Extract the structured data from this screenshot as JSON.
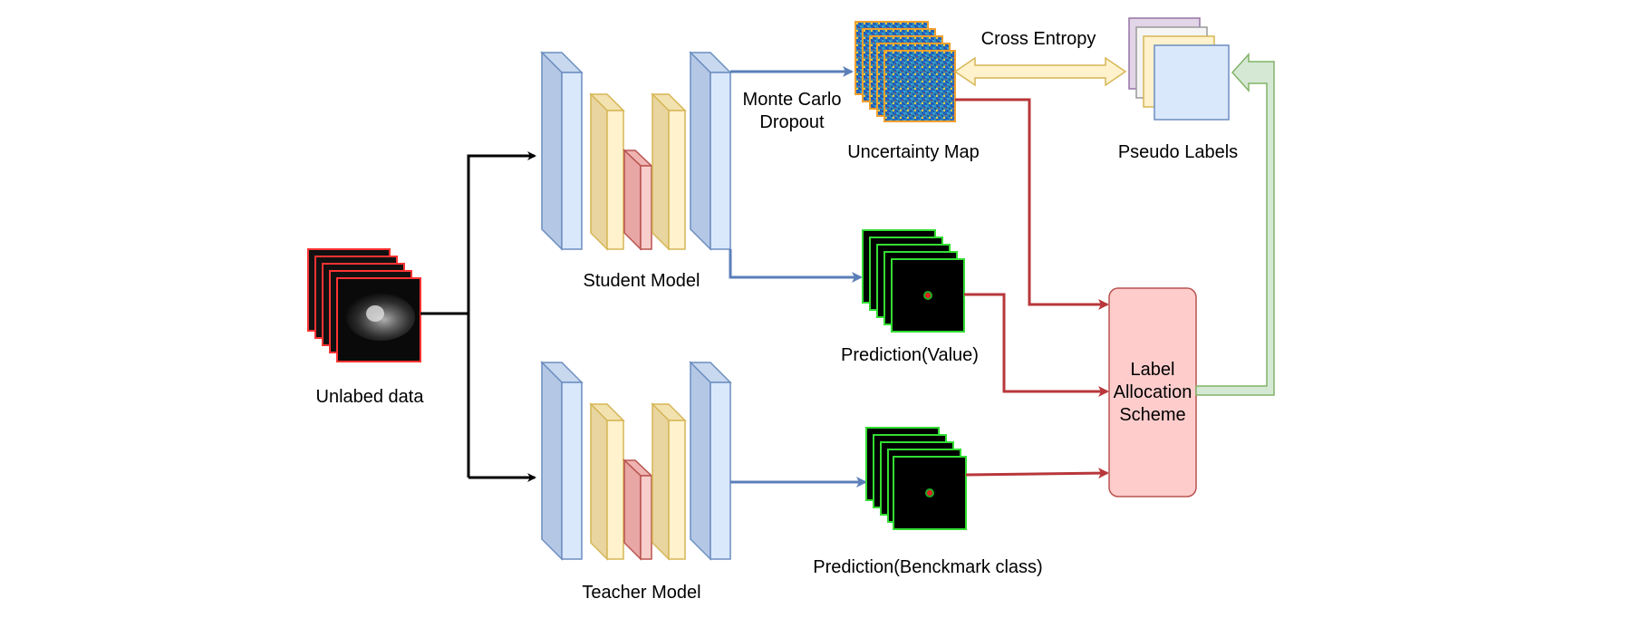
{
  "labels": {
    "unlabeled": "Unlabed data",
    "student": "Student Model",
    "teacher": "Teacher Model",
    "mc_line1": "Monte Carlo",
    "mc_line2": "Dropout",
    "uncertainty": "Uncertainty Map",
    "cross_entropy": "Cross Entropy",
    "pseudo": "Pseudo Labels",
    "pred_value": "Prediction(Value)",
    "pred_bench": "Prediction(Benckmark class)",
    "las_line1": "Label",
    "las_line2": "Allocation",
    "las_line3": "Scheme"
  },
  "colors": {
    "encoder_blue": "#dae8fc",
    "encoder_stroke": "#6c8ebf",
    "layer_yellow": "#fff2cc",
    "layer_yellow_stroke": "#d6b656",
    "bottleneck_red": "#f8cecc",
    "bottleneck_stroke": "#b85450",
    "arrow_blue": "#5b7fb8",
    "arrow_red": "#b8373b",
    "arrow_black": "#000000",
    "arrow_green": "#97d077",
    "label_box_fill": "#ffcccc",
    "label_box_stroke": "#b85450",
    "pseudo_purple": "#e1d5e7",
    "pseudo_yellow": "#fff2cc",
    "pseudo_blue": "#dae8fc",
    "mri_border": "#ff3333",
    "pred_border": "#33dd33",
    "uncertainty_border": "#f0a030"
  }
}
